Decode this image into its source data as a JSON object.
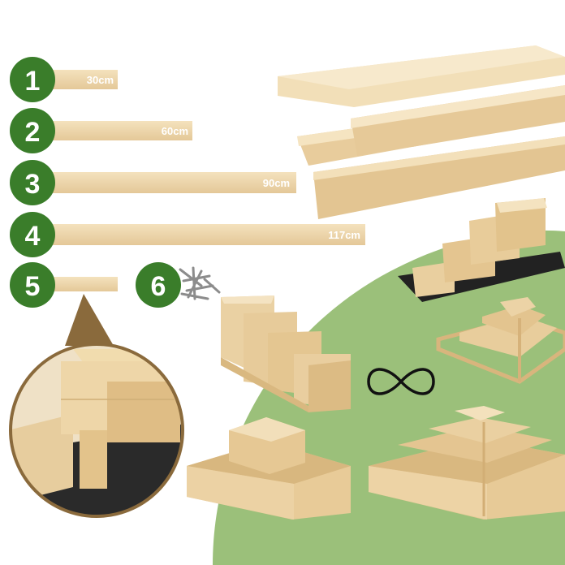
{
  "colors": {
    "badge_green": "#3a7d2a",
    "field_green": "#9bc07a",
    "wood_light": "#f1dcb4",
    "wood_mid": "#e2c592",
    "wood_dark": "#c9a66b",
    "frame_brown": "#8a6a3c"
  },
  "parts": [
    {
      "number": "1",
      "length": "30cm"
    },
    {
      "number": "2",
      "length": "60cm"
    },
    {
      "number": "3",
      "length": "90cm"
    },
    {
      "number": "4",
      "length": "117cm"
    },
    {
      "number": "5",
      "length": ""
    },
    {
      "number": "6",
      "length": ""
    }
  ],
  "icons": {
    "screws": "screws-icon",
    "infinity": "infinity-icon"
  }
}
